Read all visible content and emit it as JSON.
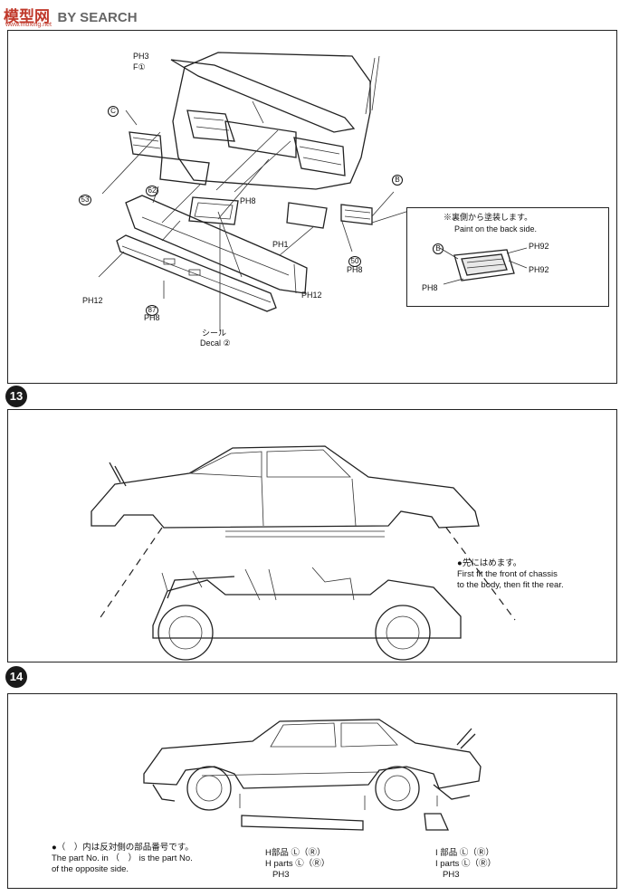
{
  "watermark": {
    "logo": "模型网",
    "url": "www.moxing.net",
    "text": "BY SEARCH"
  },
  "step12": {
    "labels": {
      "ph3_top": "PH3",
      "f1": "F①",
      "c": "C",
      "b": "B",
      "n53": "53",
      "n62": "62",
      "ph8_a": "PH8",
      "ph1": "PH1",
      "n50": "50",
      "ph8_b": "PH8",
      "ph12_left": "PH12",
      "ph12_right": "PH12",
      "n87": "87",
      "ph8_c": "PH8",
      "decal_jp": "シール",
      "decal_en": "Decal ②"
    },
    "inset": {
      "note_jp": "※裏側から塗装します。",
      "note_en": "Paint on the back side.",
      "b": "B",
      "ph92_a": "PH92",
      "ph92_b": "PH92",
      "ph8": "PH8"
    }
  },
  "step13": {
    "number": "13",
    "note_jp": "●先にはめます。",
    "note_en1": "First fit the front of chassis",
    "note_en2": "to the body, then fit the rear."
  },
  "step14": {
    "number": "14",
    "note_jp": "●（　）内は反対側の部品番号です。",
    "note_en1": "The part No. in （　） is the part No.",
    "note_en2": "of the opposite side.",
    "h_jp": "H部品 Ⓛ（Ⓡ）",
    "h_en": "H parts Ⓛ（Ⓡ）",
    "h_ph": "PH3",
    "i_jp": "I 部品 Ⓛ（Ⓡ）",
    "i_en": "I parts Ⓛ（Ⓡ）",
    "i_ph": "PH3"
  }
}
